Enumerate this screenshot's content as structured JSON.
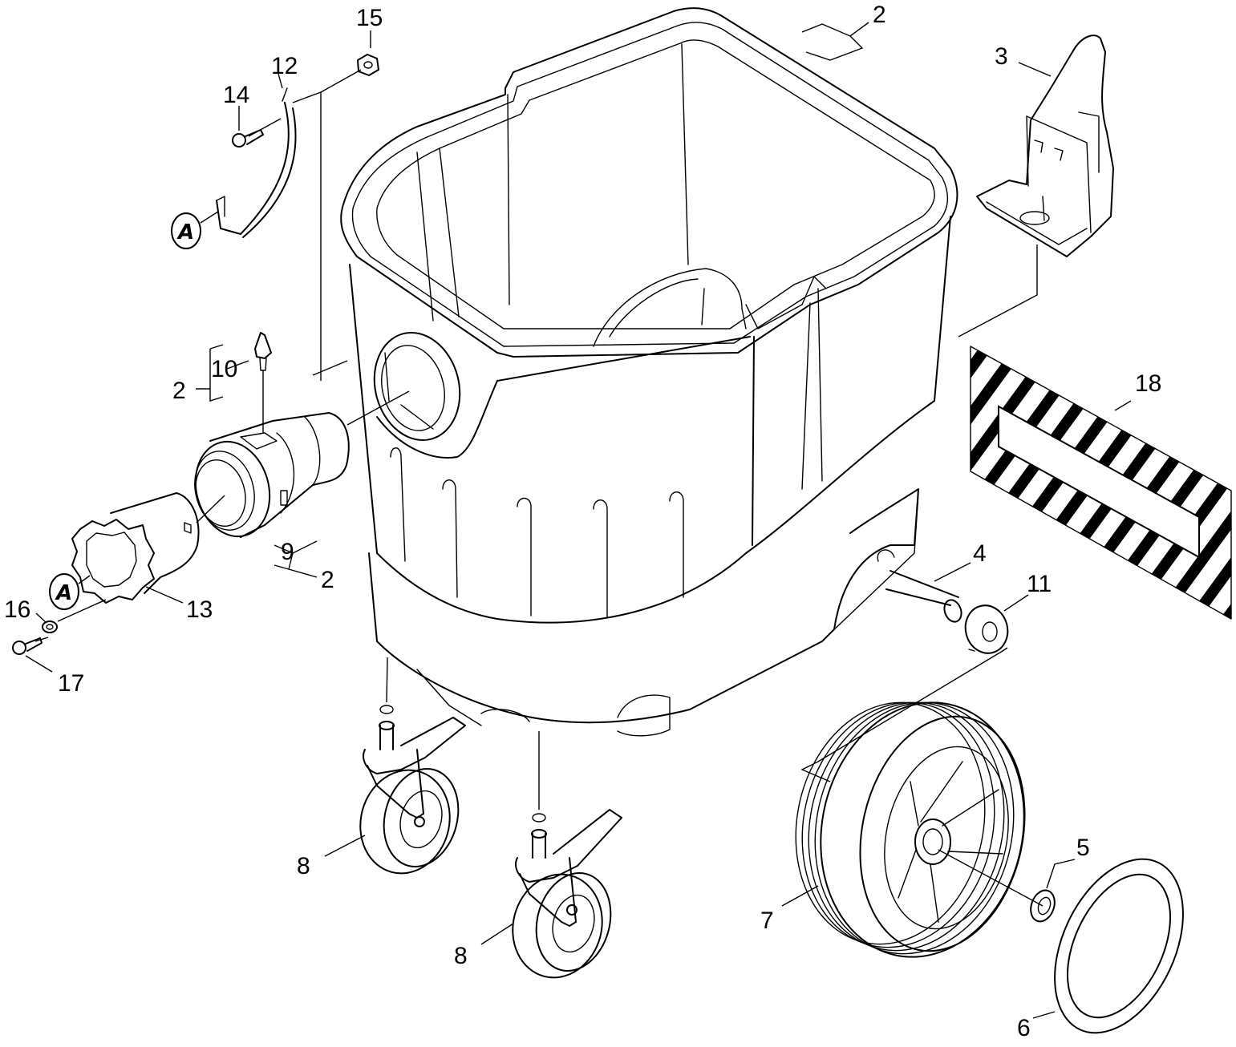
{
  "callouts": {
    "p2_top": "2",
    "p3": "3",
    "p4": "4",
    "p5": "5",
    "p6": "6",
    "p7": "7",
    "p8_left": "8",
    "p8_right": "8",
    "p9": "9",
    "p2_nine": "2",
    "p10": "10",
    "p2_ten": "2",
    "p11": "11",
    "p12": "12",
    "p13": "13",
    "p14": "14",
    "p15": "15",
    "p16": "16",
    "p17": "17",
    "p18": "18"
  },
  "detail_marks": {
    "upper": "A",
    "lower": "A"
  }
}
